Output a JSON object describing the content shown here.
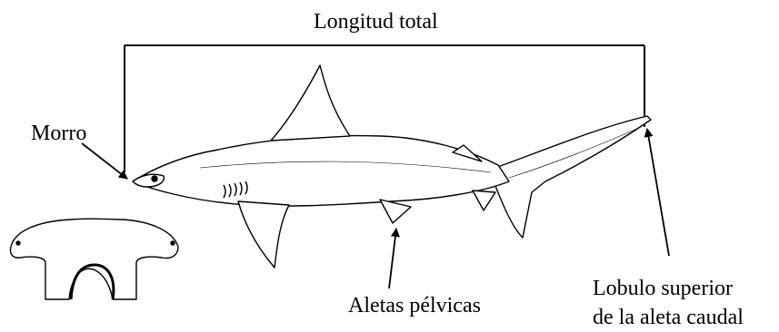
{
  "labels": {
    "total_length": "Longitud total",
    "snout": "Morro",
    "pelvic_fins": "Aletas pélvicas",
    "caudal_lobe_line1": "Lobulo superior",
    "caudal_lobe_line2": "de la aleta caudal"
  },
  "colors": {
    "ink": "#000000",
    "background": "#ffffff"
  }
}
